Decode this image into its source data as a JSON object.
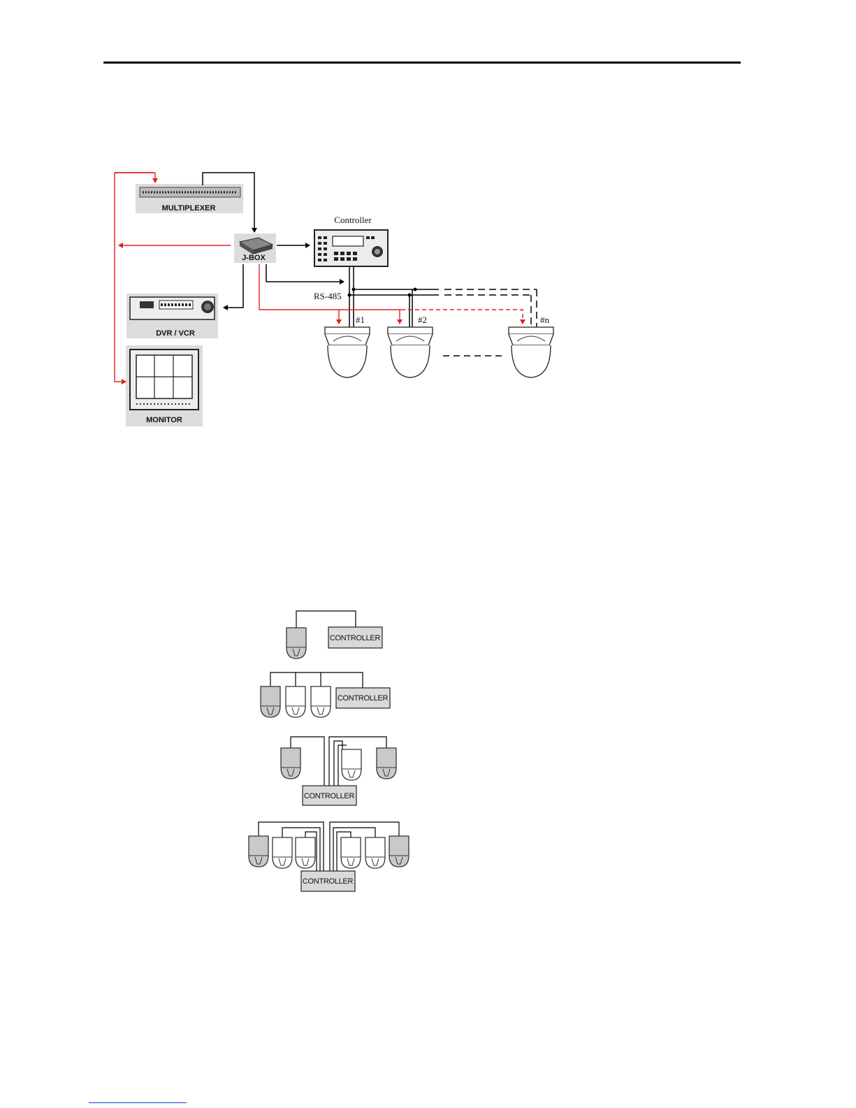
{
  "top_diagram": {
    "multiplexer_label": "MULTIPLEXER",
    "jbox_label": "J-BOX",
    "dvr_label": "DVR / VCR",
    "monitor_label": "MONITOR",
    "controller_label": "Controller",
    "bus_label": "RS-485",
    "camera_labels": [
      "#1",
      "#2",
      "#n"
    ]
  },
  "bottom_diagram": {
    "controller_labels": [
      "CONTROLLER",
      "CONTROLLER",
      "CONTROLLER",
      "CONTROLLER"
    ]
  },
  "colors": {
    "video_line": "#e3201b",
    "control_line": "#000000",
    "device_bg": "#d9d9d9"
  }
}
